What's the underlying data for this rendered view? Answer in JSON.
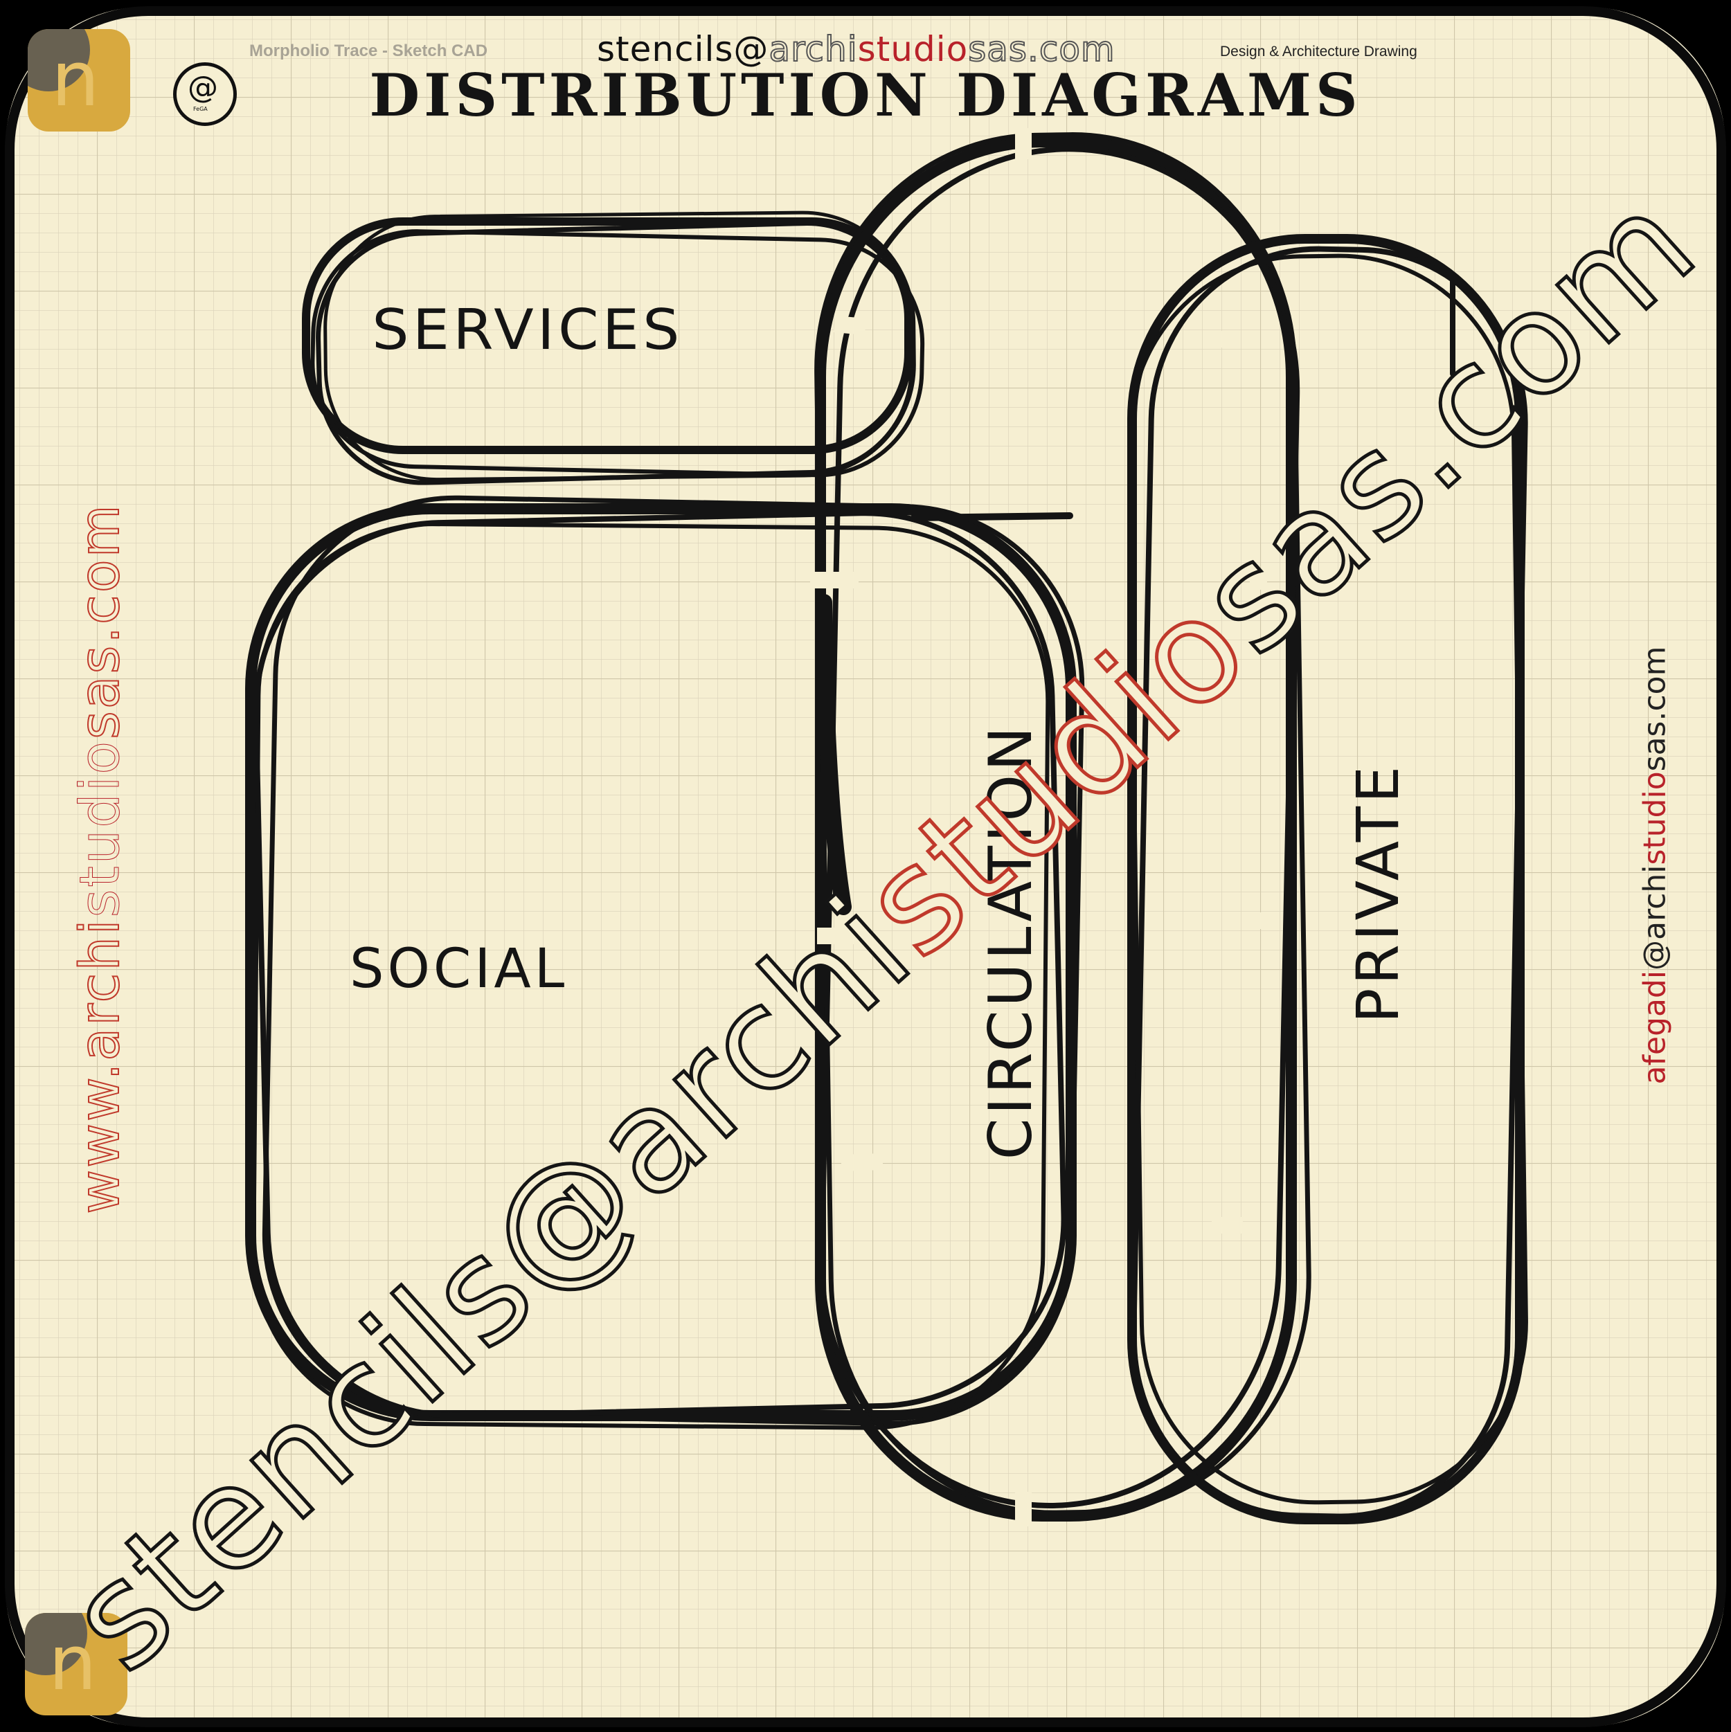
{
  "header": {
    "app_subtitle": "Morpholio Trace - Sketch CAD",
    "email_user": "stencils@",
    "email_domain_part1": "archi",
    "email_domain_accent": "studio",
    "email_domain_part2": "sas",
    "email_domain_tld": ".com",
    "tagline": "Design & Architecture Drawing",
    "seal_mark": "@",
    "seal_caption": "FeGA"
  },
  "diagram": {
    "title": "DISTRIBUTION  DIAGRAMS",
    "zones": [
      {
        "id": "services",
        "label": "SERVICES"
      },
      {
        "id": "social",
        "label": "SOCIAL"
      },
      {
        "id": "circulation",
        "label": "CIRCULATION"
      },
      {
        "id": "private",
        "label": "PRIVATE"
      }
    ]
  },
  "watermarks": {
    "left_url_prefix": "www.archi",
    "left_url_accent": "studio",
    "left_url_suffix": "sas.com",
    "right_email_user": "afegadi",
    "right_email_at": "@",
    "right_email_domain_1": "archi",
    "right_email_domain_accent": "studio",
    "right_email_domain_2": "sas.com",
    "center_email_user": "stencils@archi",
    "center_email_accent": "studio",
    "center_email_suffix": "sas.com"
  },
  "colors": {
    "paper": "#f6efd2",
    "grid": "#d9d2b8",
    "ink": "#141414",
    "accent_red": "#b8222a",
    "badge_gold": "#d8a93f"
  }
}
